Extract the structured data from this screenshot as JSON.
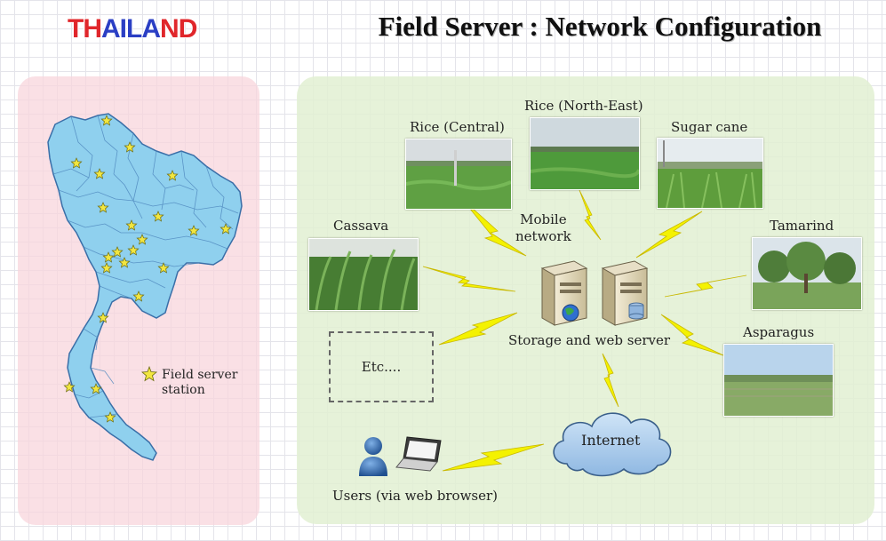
{
  "header": {
    "logo_letters": [
      {
        "char": "T",
        "color": "#e0262b"
      },
      {
        "char": "H",
        "color": "#e0262b"
      },
      {
        "char": "A",
        "color": "#2b3fc4"
      },
      {
        "char": "I",
        "color": "#2b3fc4"
      },
      {
        "char": "L",
        "color": "#2b3fc4"
      },
      {
        "char": "A",
        "color": "#2b3fc4"
      },
      {
        "char": "N",
        "color": "#e0262b"
      },
      {
        "char": "D",
        "color": "#e0262b"
      }
    ],
    "title": "Field Server : Network Configuration"
  },
  "map": {
    "legend_label_line1": "Field server",
    "legend_label_line2": "station",
    "map_fill": "#8fd0ee",
    "star_color": "#f2e640"
  },
  "sites": {
    "rice_central": "Rice (Central)",
    "rice_north_east": "Rice (North-East)",
    "sugar_cane": "Sugar cane",
    "cassava": "Cassava",
    "tamarind": "Tamarind",
    "asparagus": "Asparagus",
    "etc": "Etc...."
  },
  "network": {
    "mobile_network": "Mobile\nnetwork",
    "server_label": "Storage and web server",
    "internet_label": "Internet",
    "users_label": "Users (via web browser)",
    "bolt_color": "#f4f200"
  }
}
